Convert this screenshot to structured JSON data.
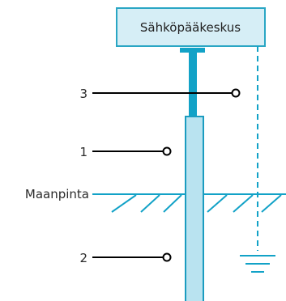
{
  "diagram": {
    "panel_title": "Sähköpääkeskus",
    "ground_label": "Maanpinta",
    "callouts": [
      "3",
      "1",
      "2"
    ]
  },
  "colors": {
    "panel_fill": "#d6eef6",
    "panel_stroke": "#2aa6c4",
    "conductor": "#12a2c7",
    "rod_fill": "#b9e3f0",
    "rod_stroke": "#1b9cc0",
    "ground": "#12a2c7",
    "leader": "#000000"
  }
}
